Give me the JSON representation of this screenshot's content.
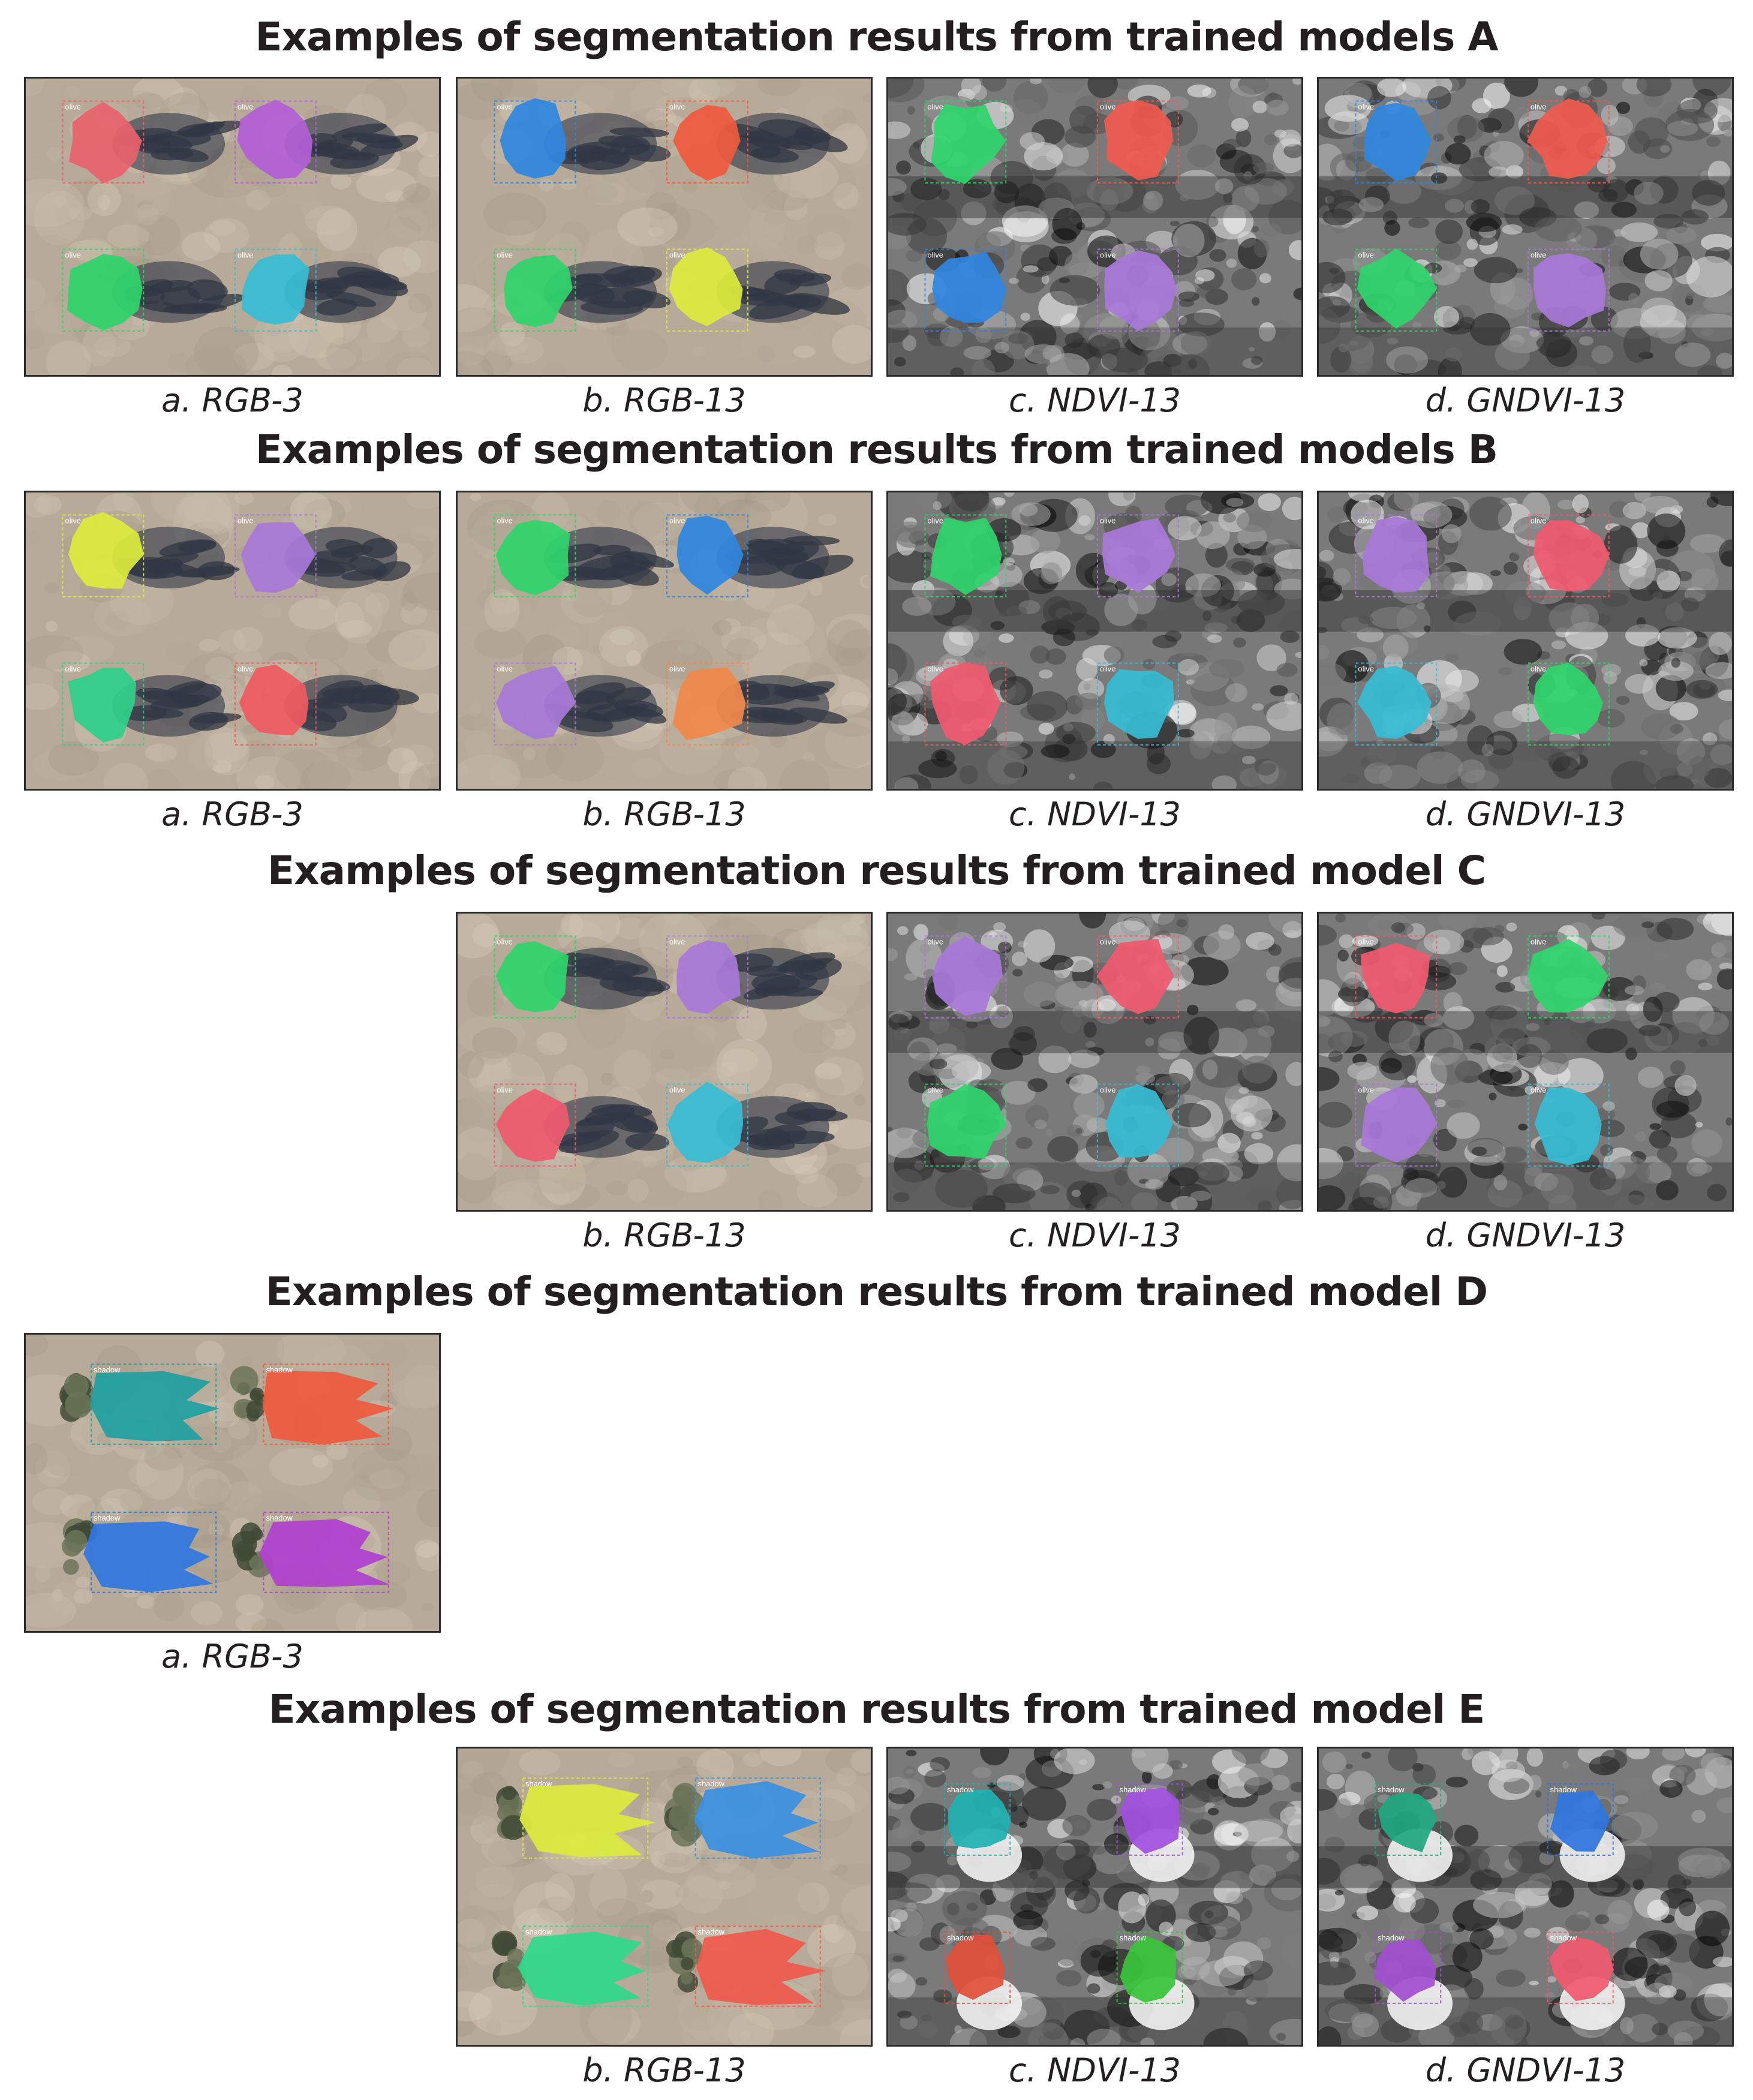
{
  "sections": [
    {
      "title": "Examples of segmentation results from trained models A",
      "panels": [
        {
          "caption": "a. RGB-3",
          "kind": "rgb",
          "masks": [
            {
              "label": "olive",
              "color": "#e8626c"
            },
            {
              "label": "olive",
              "color": "#b45fd6"
            },
            {
              "label": "olive",
              "color": "#2fd46a"
            },
            {
              "label": "olive",
              "color": "#37bcd4"
            }
          ]
        },
        {
          "caption": "b. RGB-13",
          "kind": "rgb",
          "masks": [
            {
              "label": "olive",
              "color": "#2f86e0"
            },
            {
              "label": "olive",
              "color": "#ef5a3e"
            },
            {
              "label": "olive",
              "color": "#2fd46a"
            },
            {
              "label": "olive",
              "color": "#dceb3c"
            }
          ]
        },
        {
          "caption": "c. NDVI-13",
          "kind": "ndvi",
          "masks": [
            {
              "label": "olive",
              "color": "#2fd46a"
            },
            {
              "label": "olive",
              "color": "#ef5a4e"
            },
            {
              "label": "olive",
              "color": "#2f86e0"
            },
            {
              "label": "olive",
              "color": "#a878d8"
            }
          ]
        },
        {
          "caption": "d. GNDVI-13",
          "kind": "ndvi",
          "masks": [
            {
              "label": "olive",
              "color": "#2f86e0"
            },
            {
              "label": "olive",
              "color": "#ef5a4e"
            },
            {
              "label": "olive",
              "color": "#2fd46a"
            },
            {
              "label": "olive",
              "color": "#a878d8"
            }
          ]
        }
      ]
    },
    {
      "title": "Examples of segmentation results from trained models B",
      "panels": [
        {
          "caption": "a. RGB-3",
          "kind": "rgb",
          "masks": [
            {
              "label": "olive",
              "color": "#dceb3c"
            },
            {
              "label": "olive",
              "color": "#a878d8"
            },
            {
              "label": "olive",
              "color": "#2fd08a"
            },
            {
              "label": "olive",
              "color": "#ef5a60"
            }
          ]
        },
        {
          "caption": "b. RGB-13",
          "kind": "rgb",
          "masks": [
            {
              "label": "olive",
              "color": "#2fd46a"
            },
            {
              "label": "olive",
              "color": "#2f86e0"
            },
            {
              "label": "olive",
              "color": "#a878d8"
            },
            {
              "label": "olive",
              "color": "#f0884a"
            }
          ]
        },
        {
          "caption": "c. NDVI-13",
          "kind": "ndvi",
          "masks": [
            {
              "label": "olive",
              "color": "#2fd46a"
            },
            {
              "label": "olive",
              "color": "#a878d8"
            },
            {
              "label": "olive",
              "color": "#ef5a6e"
            },
            {
              "label": "olive",
              "color": "#37bcd4"
            }
          ]
        },
        {
          "caption": "d. GNDVI-13",
          "kind": "ndvi",
          "masks": [
            {
              "label": "olive",
              "color": "#a878d8"
            },
            {
              "label": "olive",
              "color": "#ef5a6e"
            },
            {
              "label": "olive",
              "color": "#37bcd4"
            },
            {
              "label": "olive",
              "color": "#2fd46a"
            }
          ]
        }
      ]
    },
    {
      "title": "Examples of segmentation results from trained model C",
      "panels": [
        {
          "caption": "b. RGB-13",
          "kind": "rgb",
          "masks": [
            {
              "label": "olive",
              "color": "#2fd46a"
            },
            {
              "label": "olive",
              "color": "#a878d8"
            },
            {
              "label": "olive",
              "color": "#ef5a6e"
            },
            {
              "label": "olive",
              "color": "#37bcd4"
            }
          ]
        },
        {
          "caption": "c. NDVI-13",
          "kind": "ndvi",
          "masks": [
            {
              "label": "olive",
              "color": "#a878d8"
            },
            {
              "label": "olive",
              "color": "#ef5a6e"
            },
            {
              "label": "olive",
              "color": "#2fd46a"
            },
            {
              "label": "olive",
              "color": "#37bcd4"
            }
          ]
        },
        {
          "caption": "d. GNDVI-13",
          "kind": "ndvi",
          "masks": [
            {
              "label": "olive",
              "color": "#ef5a6e"
            },
            {
              "label": "olive",
              "color": "#2fd46a"
            },
            {
              "label": "olive",
              "color": "#a878d8"
            },
            {
              "label": "olive",
              "color": "#37bcd4"
            }
          ]
        }
      ]
    },
    {
      "title": "Examples of segmentation results from trained model D",
      "panels": [
        {
          "caption": "a. RGB-3",
          "kind": "rgbshadow",
          "masks": [
            {
              "label": "shadow",
              "color": "#1fa0a0"
            },
            {
              "label": "shadow",
              "color": "#ef5a3e"
            },
            {
              "label": "shadow",
              "color": "#2f76e0"
            },
            {
              "label": "shadow",
              "color": "#b040d0"
            }
          ]
        }
      ]
    },
    {
      "title": "Examples of segmentation results from trained model E",
      "panels": [
        {
          "caption": "b. RGB-13",
          "kind": "rgbshadow",
          "masks": [
            {
              "label": "shadow",
              "color": "#dceb3c"
            },
            {
              "label": "shadow",
              "color": "#3a90e0"
            },
            {
              "label": "shadow",
              "color": "#2fd88a"
            },
            {
              "label": "shadow",
              "color": "#ef5a4e"
            }
          ]
        },
        {
          "caption": "c. NDVI-13",
          "kind": "ndvishadow",
          "masks": [
            {
              "label": "shadow",
              "color": "#1fb0b0"
            },
            {
              "label": "shadow",
              "color": "#a050e0"
            },
            {
              "label": "shadow",
              "color": "#e0503a"
            },
            {
              "label": "shadow",
              "color": "#3ac43a"
            }
          ]
        },
        {
          "caption": "d. GNDVI-13",
          "kind": "ndvishadow",
          "masks": [
            {
              "label": "shadow",
              "color": "#20a880"
            },
            {
              "label": "shadow",
              "color": "#2f76e0"
            },
            {
              "label": "shadow",
              "color": "#a050d0"
            },
            {
              "label": "shadow",
              "color": "#ef5a6e"
            }
          ]
        }
      ]
    }
  ]
}
